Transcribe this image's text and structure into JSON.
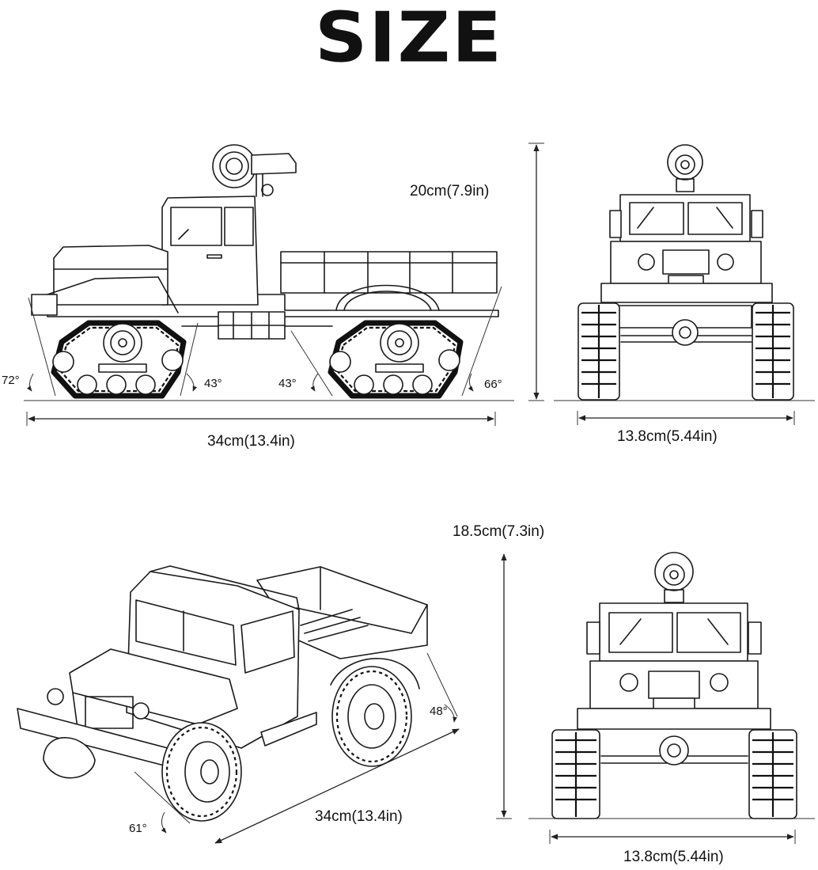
{
  "title": "SIZE",
  "side_view": {
    "length_label": "34cm(13.4in)",
    "height_label": "20cm(7.9in)",
    "angles": [
      "72°",
      "43°",
      "43°",
      "66°"
    ]
  },
  "front_view_top": {
    "width_label": "13.8cm(5.44in)"
  },
  "perspective_view": {
    "length_label": "34cm(13.4in)",
    "height_label": "18.5cm(7.3in)",
    "angles": [
      "48°",
      "61°"
    ]
  },
  "front_view_bottom": {
    "width_label": "13.8cm(5.44in)"
  }
}
